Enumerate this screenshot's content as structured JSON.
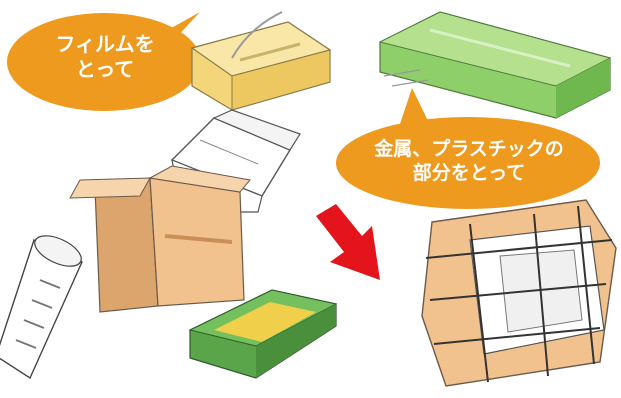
{
  "bubbles": [
    {
      "line1": "フィルムを",
      "line2": "とって"
    },
    {
      "line1": "金属、プラスチックの",
      "line2": "部分をとって"
    }
  ],
  "colors": {
    "bubble": "#ee9a1f",
    "arrow": "#e3141c",
    "cardboard": "#f2c28e",
    "cardboard_dark": "#dca56e",
    "tissue_box": "#f4d67a",
    "wrap_box": "#8fcf6a",
    "snack_box": "#5aa54a",
    "outline": "#6b5a4a"
  }
}
